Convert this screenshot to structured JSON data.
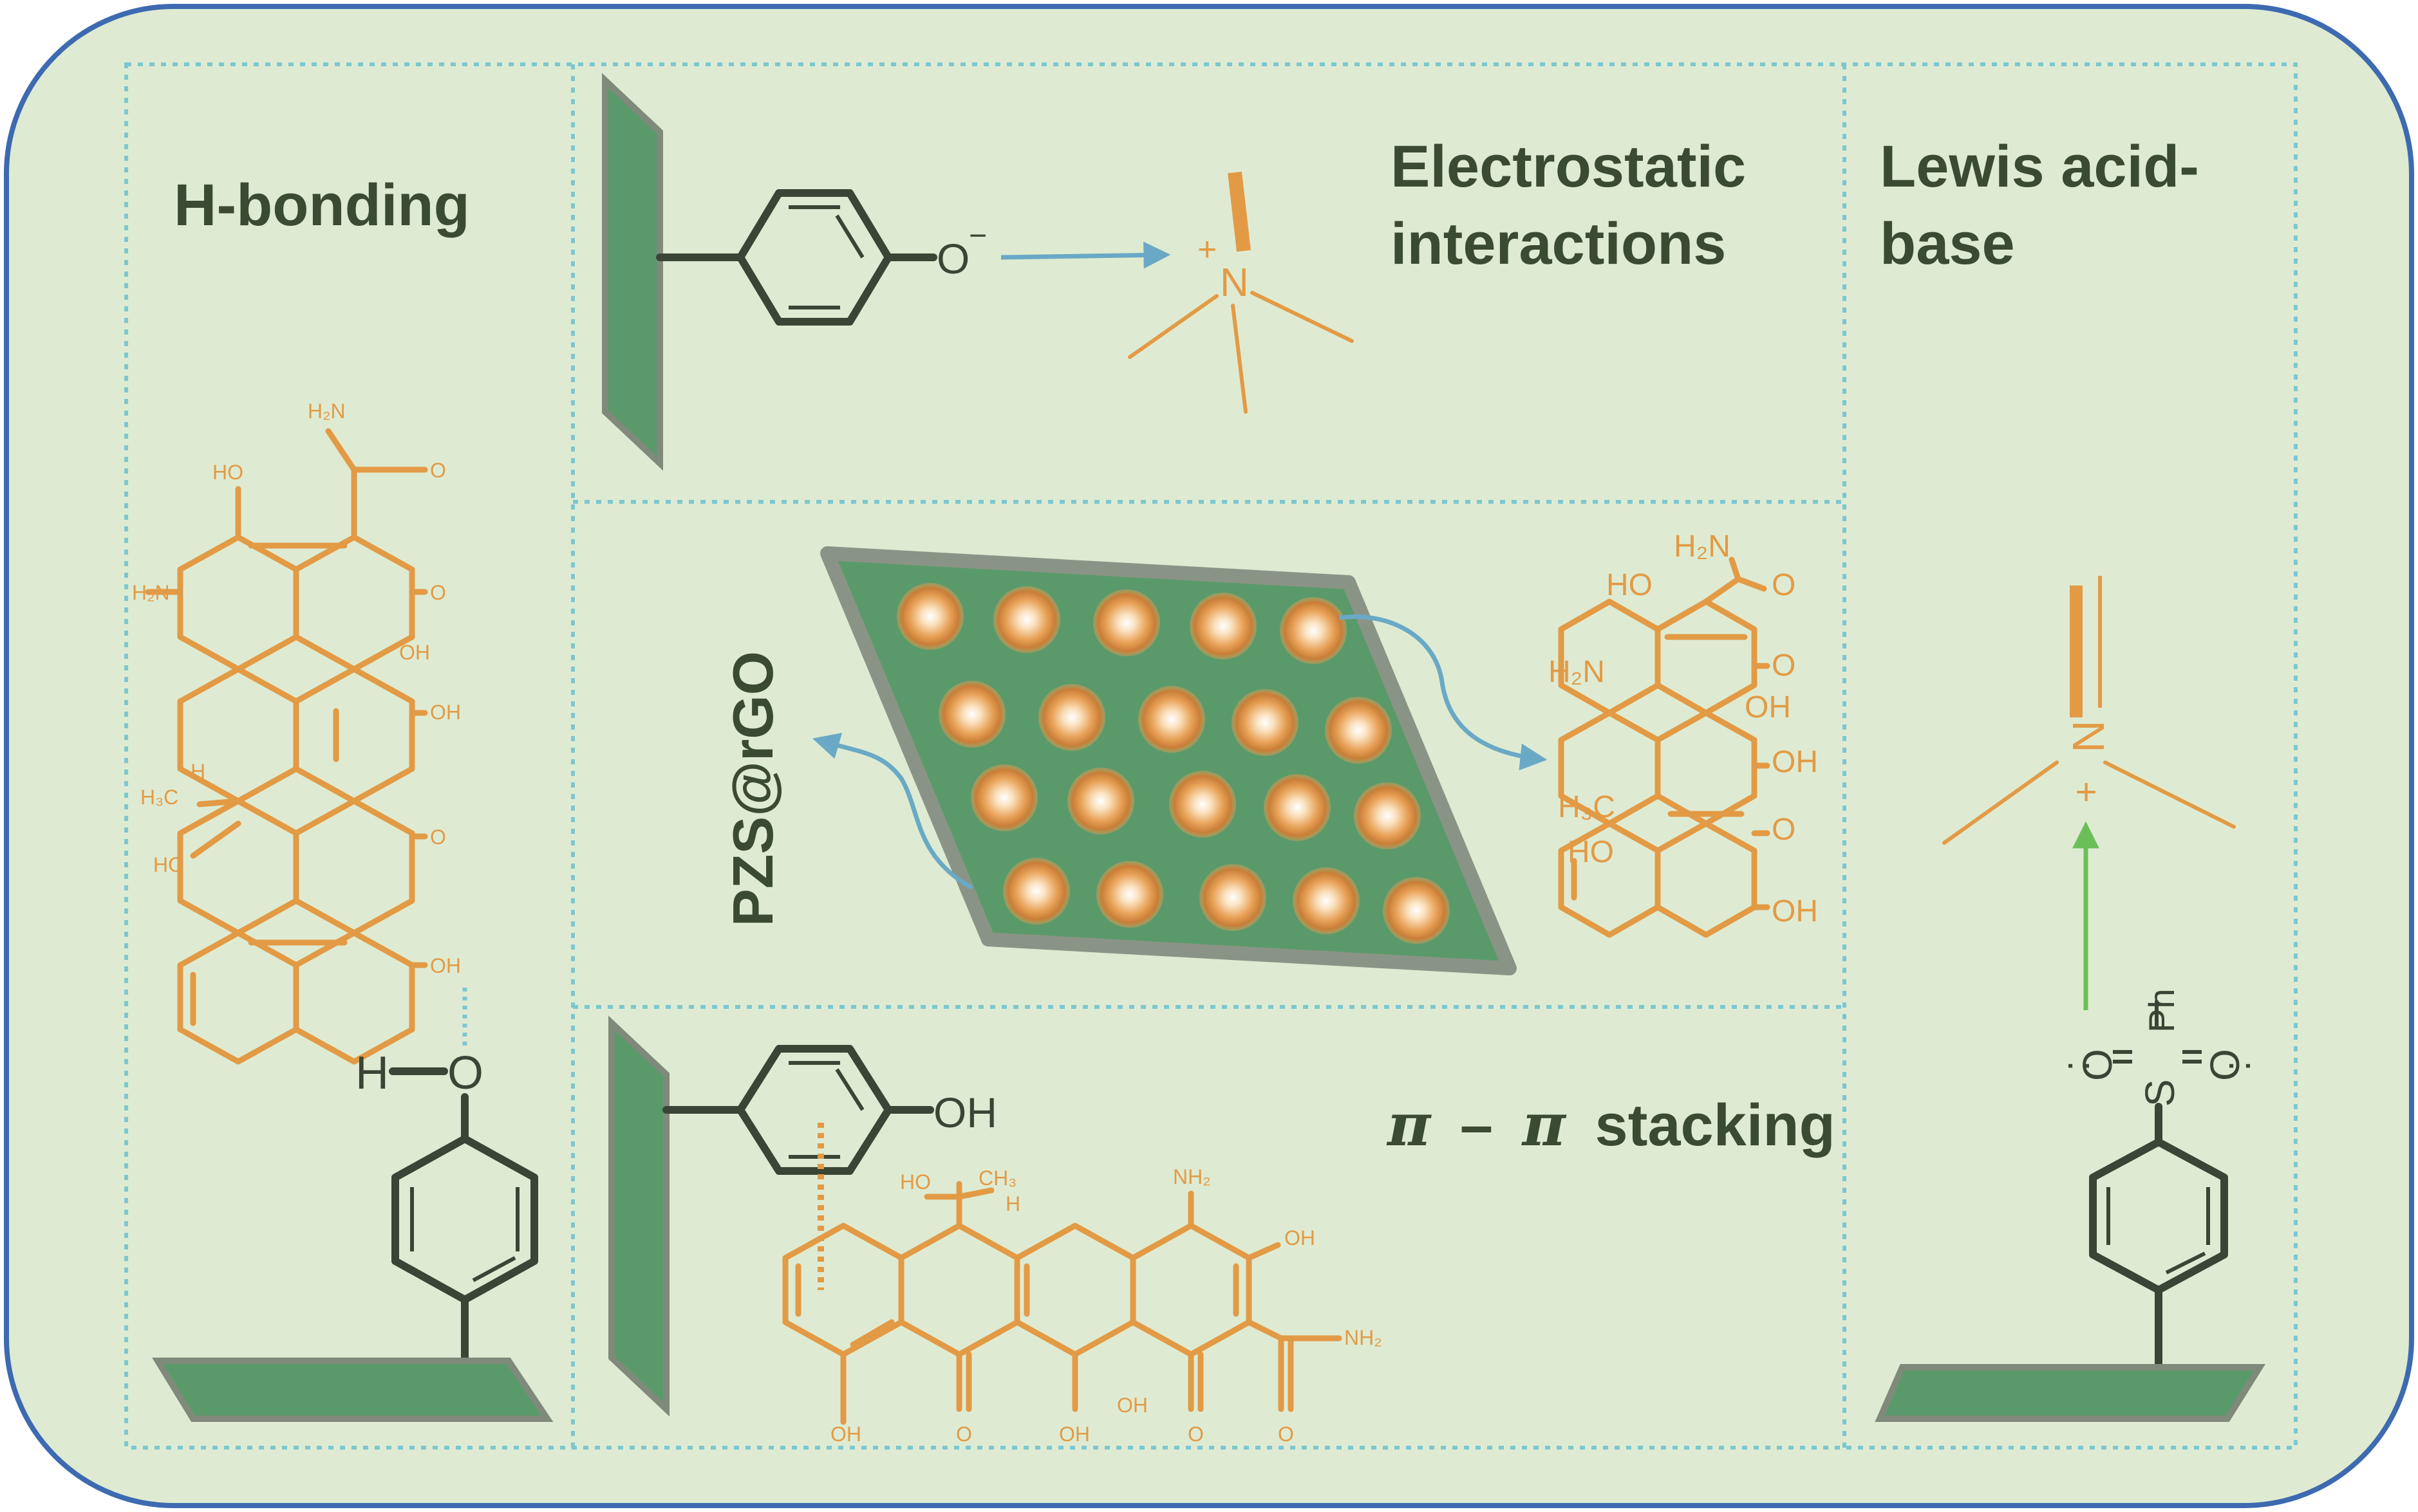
{
  "panels": {
    "hbond": {
      "title": "H-bonding",
      "h": "H",
      "o": "O"
    },
    "electro": {
      "title_line1": "Electrostatic",
      "title_line2": "interactions",
      "o_minus": "O",
      "charge_minus": "−",
      "n": "N",
      "plus": "+"
    },
    "lewis": {
      "title_line1": "Lewis acid-",
      "title_line2": "base",
      "n": "N",
      "plus": "+",
      "s": "S",
      "ph": "Ph",
      "o_left": "O",
      "o_right": "O",
      "lone_left": ":",
      "lone_right": ":"
    },
    "center": {
      "material": "PZS@rGO"
    },
    "pipi": {
      "title_pi1": "π",
      "title_dash": "–",
      "title_pi2": "π",
      "title_rest": "stacking",
      "oh": "OH"
    }
  },
  "molecule_labels": {
    "h2n_amide": "H₂N",
    "ho": "HO",
    "h2n": "H₂N",
    "o": "O",
    "oh": "OH",
    "h": "H",
    "h3c": "H₃C",
    "ch3": "CH₃",
    "nh2": "NH₂"
  },
  "colors": {
    "background_card": "#deebd2",
    "card_border": "#3d6ab0",
    "divider": "#7cc7d0",
    "molecule_orange": "#e39a45",
    "structure_dark": "#3a4535",
    "sheet_green": "#5a9a6a",
    "arrow_blue": "#6aa9c6",
    "arrow_green": "#6bbf59"
  }
}
